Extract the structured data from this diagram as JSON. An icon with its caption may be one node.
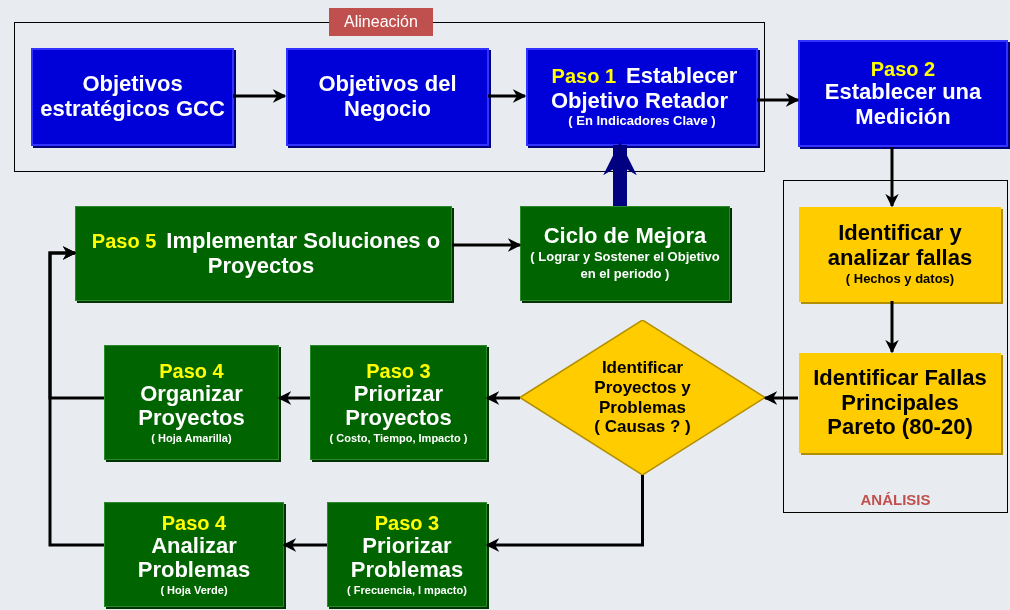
{
  "diagram": {
    "nodes": [
      {
        "text": [
          "Alineación"
        ]
      },
      {
        "text": [
          "Objetivos estratégicos GCC"
        ],
        "in": 0
      },
      {
        "text": [
          "Objetivos del Negocio"
        ],
        "in": 0
      },
      {
        "text": [
          "Paso 1",
          "Establecer Objetivo Retador",
          "( En Indicadores Clave )"
        ],
        "in": 0
      },
      {
        "text": [
          "Paso 2",
          "Establecer una Medición"
        ]
      },
      {
        "text": [
          "ANÁLISIS"
        ]
      },
      {
        "text": [
          "Identificar y analizar fallas",
          "( Hechos y datos)"
        ],
        "in": 5
      },
      {
        "text": [
          "Identificar Fallas Principales",
          "Pareto (80-20)"
        ],
        "in": 5
      },
      {
        "text": [
          "Ciclo de Mejora",
          "( Lograr y Sostener el Objetivo en el periodo )"
        ]
      },
      {
        "text": [
          "Paso 5",
          "Implementar Soluciones o Proyectos"
        ]
      },
      {
        "text": [
          "Identificar Proyectos y Problemas",
          "( Causas ? )"
        ]
      },
      {
        "text": [
          "Paso 3",
          "Priorizar Proyectos",
          "( Costo, Tiempo, Impacto )"
        ]
      },
      {
        "text": [
          "Paso 4",
          "Organizar Proyectos",
          "( Hoja Amarilla)"
        ]
      },
      {
        "text": [
          "Paso 3",
          "Priorizar Problemas",
          "( Frecuencia, I mpacto)"
        ]
      },
      {
        "text": [
          "Paso 4",
          "Analizar Problemas",
          "( Hoja Verde)"
        ]
      }
    ],
    "edges": [
      {
        "from": 1,
        "to": 2,
        "arrow": "to"
      },
      {
        "from": 2,
        "to": 3,
        "arrow": "to"
      },
      {
        "from": 3,
        "to": 4,
        "arrow": "to"
      },
      {
        "from": 4,
        "to": 6,
        "arrow": "to"
      },
      {
        "from": 6,
        "to": 7,
        "arrow": "to"
      },
      {
        "from": 7,
        "to": 10,
        "arrow": "to"
      },
      {
        "from": 10,
        "to": 11,
        "arrow": "to"
      },
      {
        "from": 11,
        "to": 12,
        "arrow": "to"
      },
      {
        "from": 12,
        "to": 9,
        "arrow": "to"
      },
      {
        "from": 14,
        "to": 9,
        "arrow": "to"
      },
      {
        "from": 10,
        "to": 13,
        "arrow": "to"
      },
      {
        "from": 13,
        "to": 14,
        "arrow": "to"
      },
      {
        "from": 9,
        "to": 8,
        "arrow": "to"
      },
      {
        "from": 8,
        "to": 3,
        "arrow": "to",
        "style": "thick",
        "color": "#000080"
      }
    ]
  }
}
